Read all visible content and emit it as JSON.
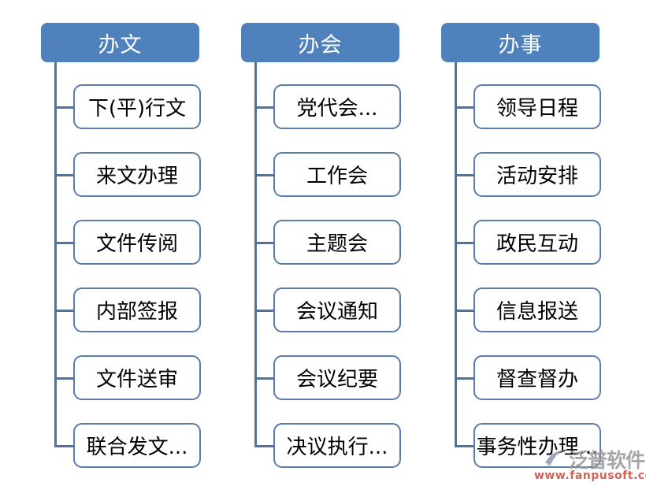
{
  "diagram": {
    "type": "hierarchy-list",
    "columns": [
      {
        "title": "办文",
        "items": [
          "下(平)行文",
          "来文办理",
          "文件传阅",
          "内部签报",
          "文件送审",
          "联合发文..."
        ]
      },
      {
        "title": "办会",
        "items": [
          "党代会...",
          "工作会",
          "主题会",
          "会议通知",
          "会议纪要",
          "决议执行..."
        ]
      },
      {
        "title": "办事",
        "items": [
          "领导日程",
          "活动安排",
          "政民互动",
          "信息报送",
          "督查督办",
          "事务性办理..."
        ]
      }
    ],
    "colors": {
      "header_fill": "#4f81bd",
      "header_text": "#ffffff",
      "box_border": "#5a7da6",
      "connector": "#4d73a0",
      "box_fill": "#ffffff",
      "box_text": "#000000"
    }
  },
  "watermark": {
    "brand": "泛普软件",
    "url": "www.fanpusoft.com",
    "icon": "fanpu-logo-icon",
    "brand_color": "#969696",
    "url_color": "#c93c2d"
  }
}
